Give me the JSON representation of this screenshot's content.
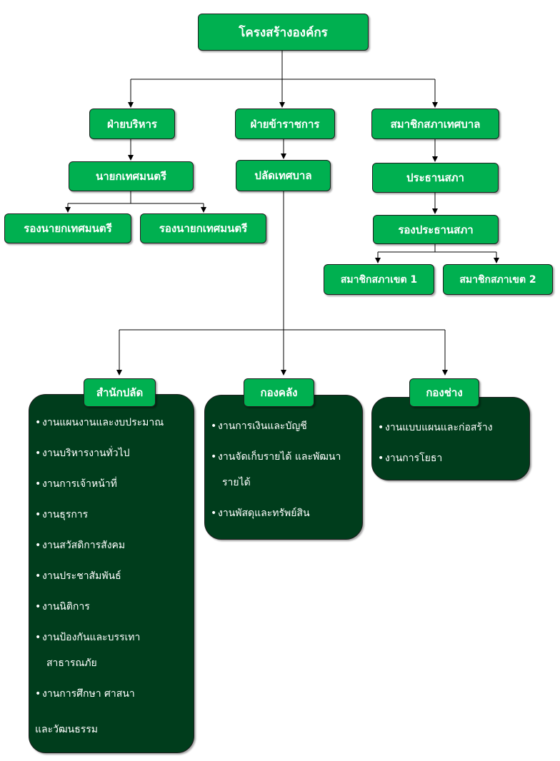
{
  "title": "โครงสร้างองค์กร",
  "branches": {
    "executive": "ฝ่ายบริหาร",
    "civil_servants": "ฝ่ายข้าราชการ",
    "council_members": "สมาชิกสภาเทศบาล"
  },
  "executive": {
    "mayor": "นายกเทศมนตรี",
    "deputy_1": "รองนายกเทศมนตรี",
    "deputy_2": "รองนายกเทศมนตรี"
  },
  "civil": {
    "clerk": "ปลัดเทศบาล"
  },
  "council": {
    "president": "ประธานสภา",
    "vice_president": "รองประธานสภา",
    "district_1": "สมาชิกสภาเขต 1",
    "district_2": "สมาชิกสภาเขต 2"
  },
  "departments": {
    "office": {
      "label": "สำนักปลัด",
      "items": [
        {
          "line1": "งานแผนงานและงบประมาณ"
        },
        {
          "line1": "งานบริหารงานทั่วไป"
        },
        {
          "line1": "งานการเจ้าหน้าที่"
        },
        {
          "line1": "งานธุรการ"
        },
        {
          "line1": "งานสวัสดิการสังคม"
        },
        {
          "line1": "งานประชาสัมพันธ์"
        },
        {
          "line1": "งานนิติการ"
        },
        {
          "line1": "งานป้องกันและบรรเทา",
          "line2": "สาธารณภัย"
        },
        {
          "line1": "งานการศึกษา ศาสนา"
        }
      ],
      "tail": "และวัฒนธรรม"
    },
    "finance": {
      "label": "กองคลัง",
      "items": [
        {
          "line1": "งานการเงินและบัญชี"
        },
        {
          "line1": "งานจัดเก็บรายได้ และพัฒนา",
          "line2": "รายได้"
        },
        {
          "line1": "งานพัสดุและทรัพย์สิน"
        }
      ]
    },
    "engineering": {
      "label": "กองช่าง",
      "items": [
        {
          "line1": "งานแบบแผนและก่อสร้าง"
        },
        {
          "line1": "งานการโยธา"
        }
      ]
    }
  },
  "bullet": "•",
  "colors": {
    "node_fill": "#00b050",
    "panel_fill": "#003d1c",
    "line": "#000000",
    "text": "#ffffff"
  }
}
